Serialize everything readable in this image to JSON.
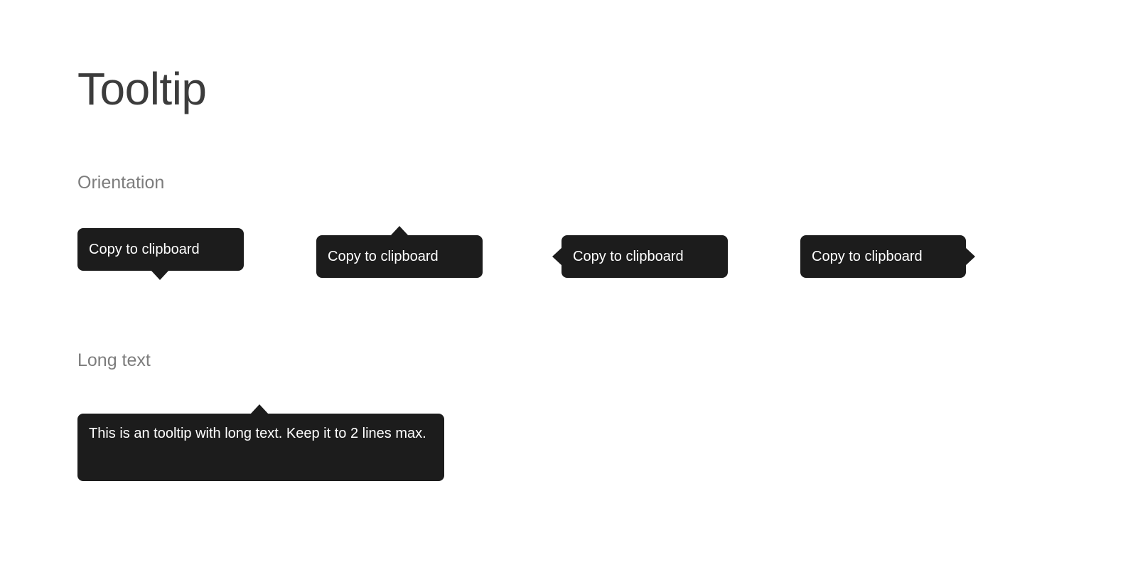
{
  "page": {
    "title": "Tooltip",
    "background_color": "#ffffff",
    "title_color": "#3c3c3c"
  },
  "theme": {
    "tooltip_background": "#1c1c1c",
    "tooltip_text_color": "#ffffff",
    "section_label_color": "#7d7d7d"
  },
  "sections": [
    {
      "label": "Orientation",
      "tooltips": [
        {
          "text": "Copy to clipboard",
          "arrow": "bottom"
        },
        {
          "text": "Copy to clipboard",
          "arrow": "top"
        },
        {
          "text": "Copy to clipboard",
          "arrow": "left"
        },
        {
          "text": "Copy to clipboard",
          "arrow": "right"
        }
      ]
    },
    {
      "label": "Long text",
      "tooltips": [
        {
          "text": "This is an tooltip with long text. Keep it to 2 lines max.",
          "arrow": "top"
        }
      ]
    }
  ]
}
